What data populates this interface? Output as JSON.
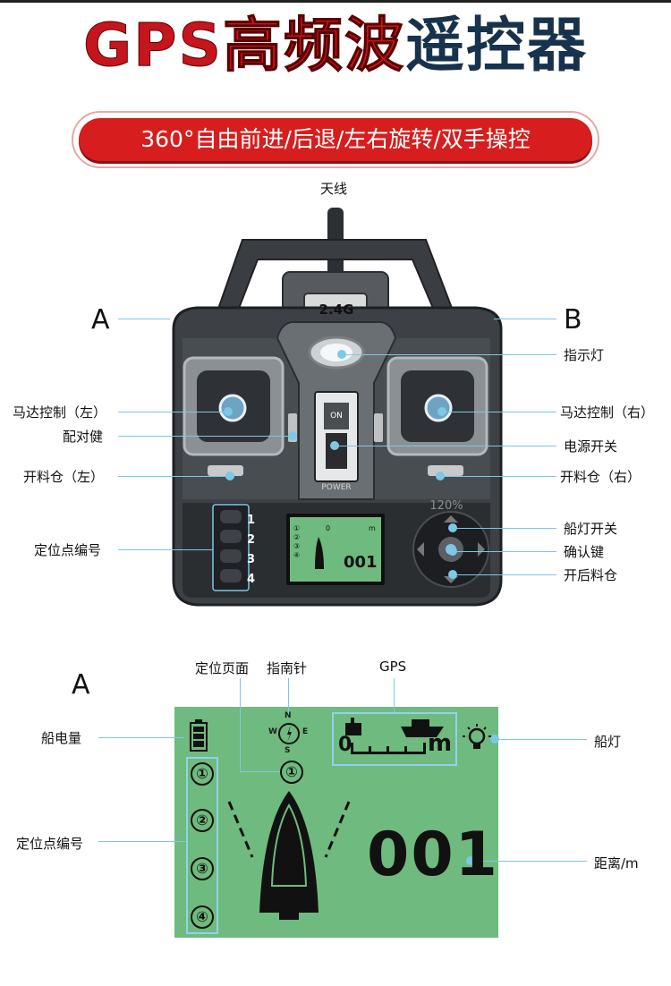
{
  "header": {
    "title_part1": "GPS",
    "title_part2": "高频波",
    "title_part3": "遥控器",
    "subtitle": "360°自由前进/后退/左右旋转/双手操控"
  },
  "controller": {
    "antenna_label": "天线",
    "band_label": "2.4G",
    "switch_on": "ON",
    "power_label": "POWER",
    "mode_label": "120%",
    "pad_numbers": [
      "1",
      "2",
      "3",
      "4"
    ],
    "mini_lcd_distance": "001",
    "mini_lcd_scale": "0",
    "mini_lcd_unit": "m",
    "mini_lcd_points": [
      "①",
      "②",
      "③",
      "④"
    ]
  },
  "labels": {
    "a": "A",
    "b": "B",
    "indicator": "指示灯",
    "motor_left": "马达控制（左）",
    "motor_right": "马达控制（右）",
    "pair": "配对健",
    "power_switch": "电源开关",
    "hopper_left": "开料仓（左）",
    "hopper_right": "开料仓（右）",
    "position_numbers": "定位点编号",
    "boat_light_switch": "船灯开关",
    "confirm": "确认键",
    "rear_hopper": "开后料仓"
  },
  "display": {
    "section_letter": "A",
    "page_label": "定位页面",
    "compass_label": "指南针",
    "gps_label": "GPS",
    "battery_label": "船电量",
    "light_label": "船灯",
    "points_label": "定位点编号",
    "distance_label": "距离/m",
    "compass_n": "N",
    "compass_s": "S",
    "compass_w": "W",
    "compass_e": "E",
    "page_number": "①",
    "points": [
      "①",
      "②",
      "③",
      "④"
    ],
    "distance_value": "001",
    "scale_zero": "0",
    "scale_unit": "m"
  },
  "colors": {
    "title_red": "#c4161c",
    "title_navy": "#17324d",
    "pill_red": "#d71d1d",
    "lcd_green": "#6fba7e",
    "leader_blue": "#7cc8e6"
  }
}
